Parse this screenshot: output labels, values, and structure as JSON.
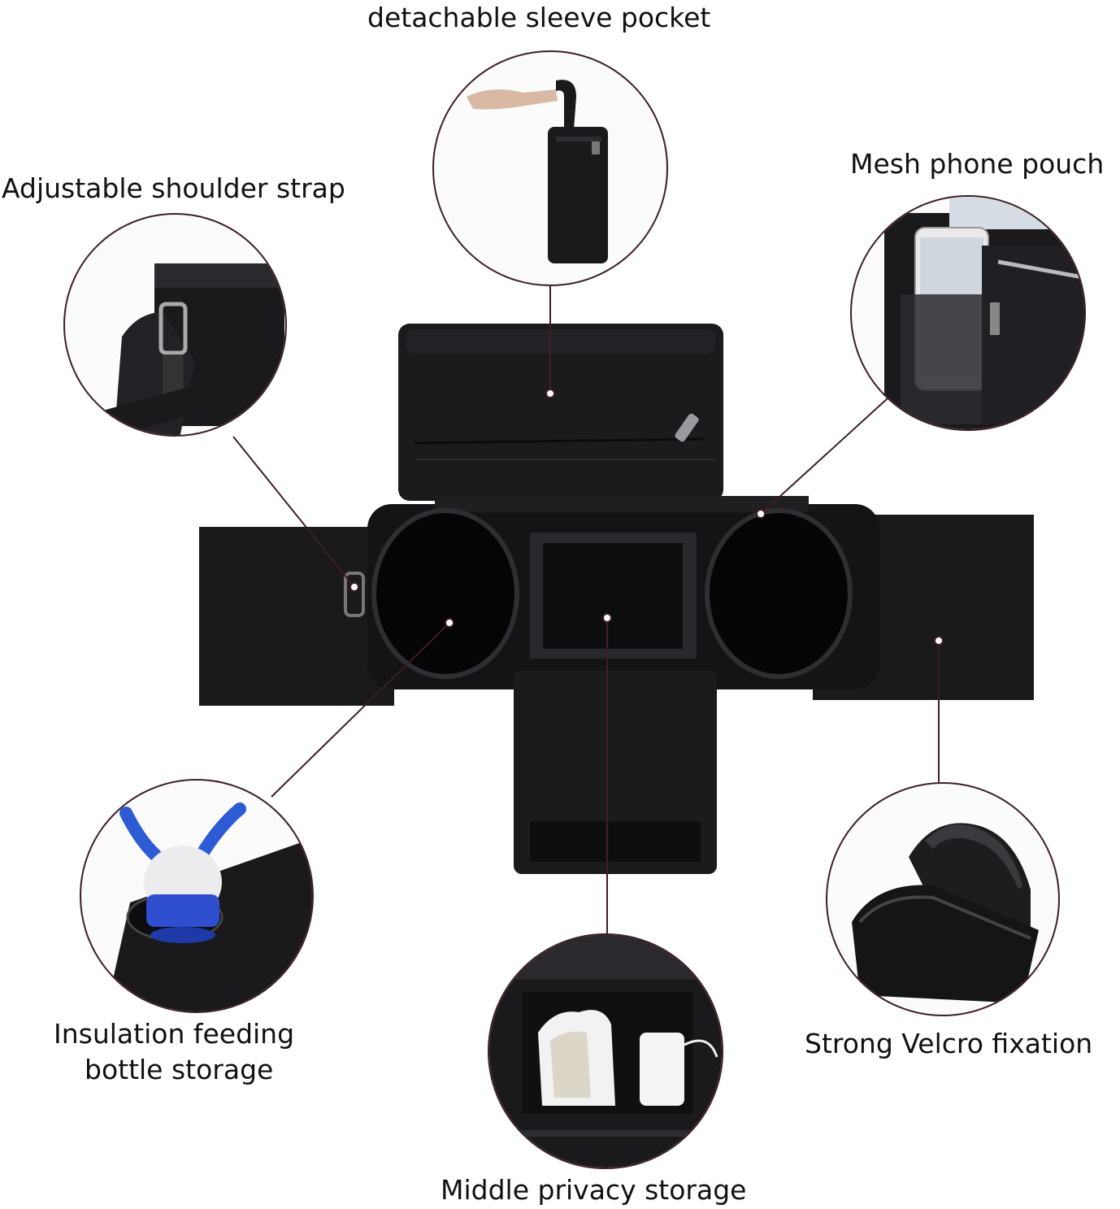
{
  "labels": {
    "sleeve": "detachable sleeve pocket",
    "strap": "Adjustable shoulder strap",
    "mesh": "Mesh phone pouch",
    "insulation_line1": "Insulation feeding",
    "insulation_line2": "bottle storage",
    "velcro": "Strong Velcro fixation",
    "middle": "Middle privacy storage"
  },
  "colors": {
    "product": "#1a1a1c",
    "leader_line": "#3d1f24",
    "background": "#ffffff"
  }
}
